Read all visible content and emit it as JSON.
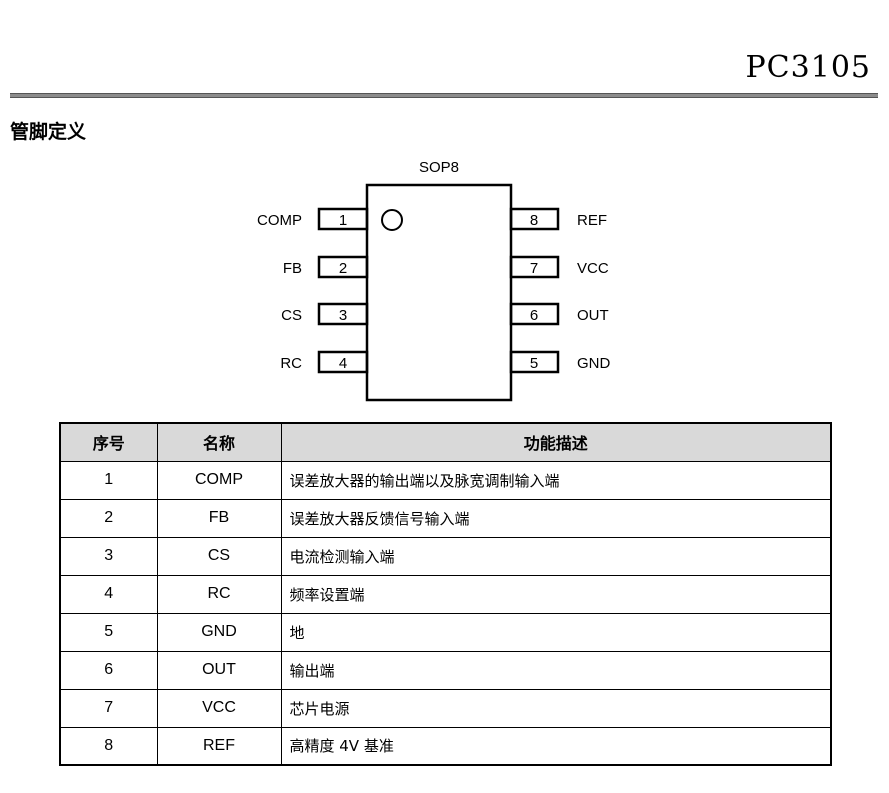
{
  "header": {
    "title": "PC3105"
  },
  "section": {
    "title": "管脚定义"
  },
  "diagram": {
    "package": "SOP8",
    "left_pins": [
      {
        "num": "1",
        "name": "COMP"
      },
      {
        "num": "2",
        "name": "FB"
      },
      {
        "num": "3",
        "name": "CS"
      },
      {
        "num": "4",
        "name": "RC"
      }
    ],
    "right_pins": [
      {
        "num": "8",
        "name": "REF"
      },
      {
        "num": "7",
        "name": "VCC"
      },
      {
        "num": "6",
        "name": "OUT"
      },
      {
        "num": "5",
        "name": "GND"
      }
    ]
  },
  "table": {
    "headers": [
      "序号",
      "名称",
      "功能描述"
    ],
    "rows": [
      {
        "num": "1",
        "name": "COMP",
        "desc": "误差放大器的输出端以及脉宽调制输入端"
      },
      {
        "num": "2",
        "name": "FB",
        "desc": "误差放大器反馈信号输入端"
      },
      {
        "num": "3",
        "name": "CS",
        "desc": "电流检测输入端"
      },
      {
        "num": "4",
        "name": "RC",
        "desc": "频率设置端"
      },
      {
        "num": "5",
        "name": "GND",
        "desc": "地"
      },
      {
        "num": "6",
        "name": "OUT",
        "desc": "输出端"
      },
      {
        "num": "7",
        "name": "VCC",
        "desc": "芯片电源"
      },
      {
        "num": "8",
        "name": "REF",
        "desc": "高精度 4V 基准"
      }
    ]
  }
}
